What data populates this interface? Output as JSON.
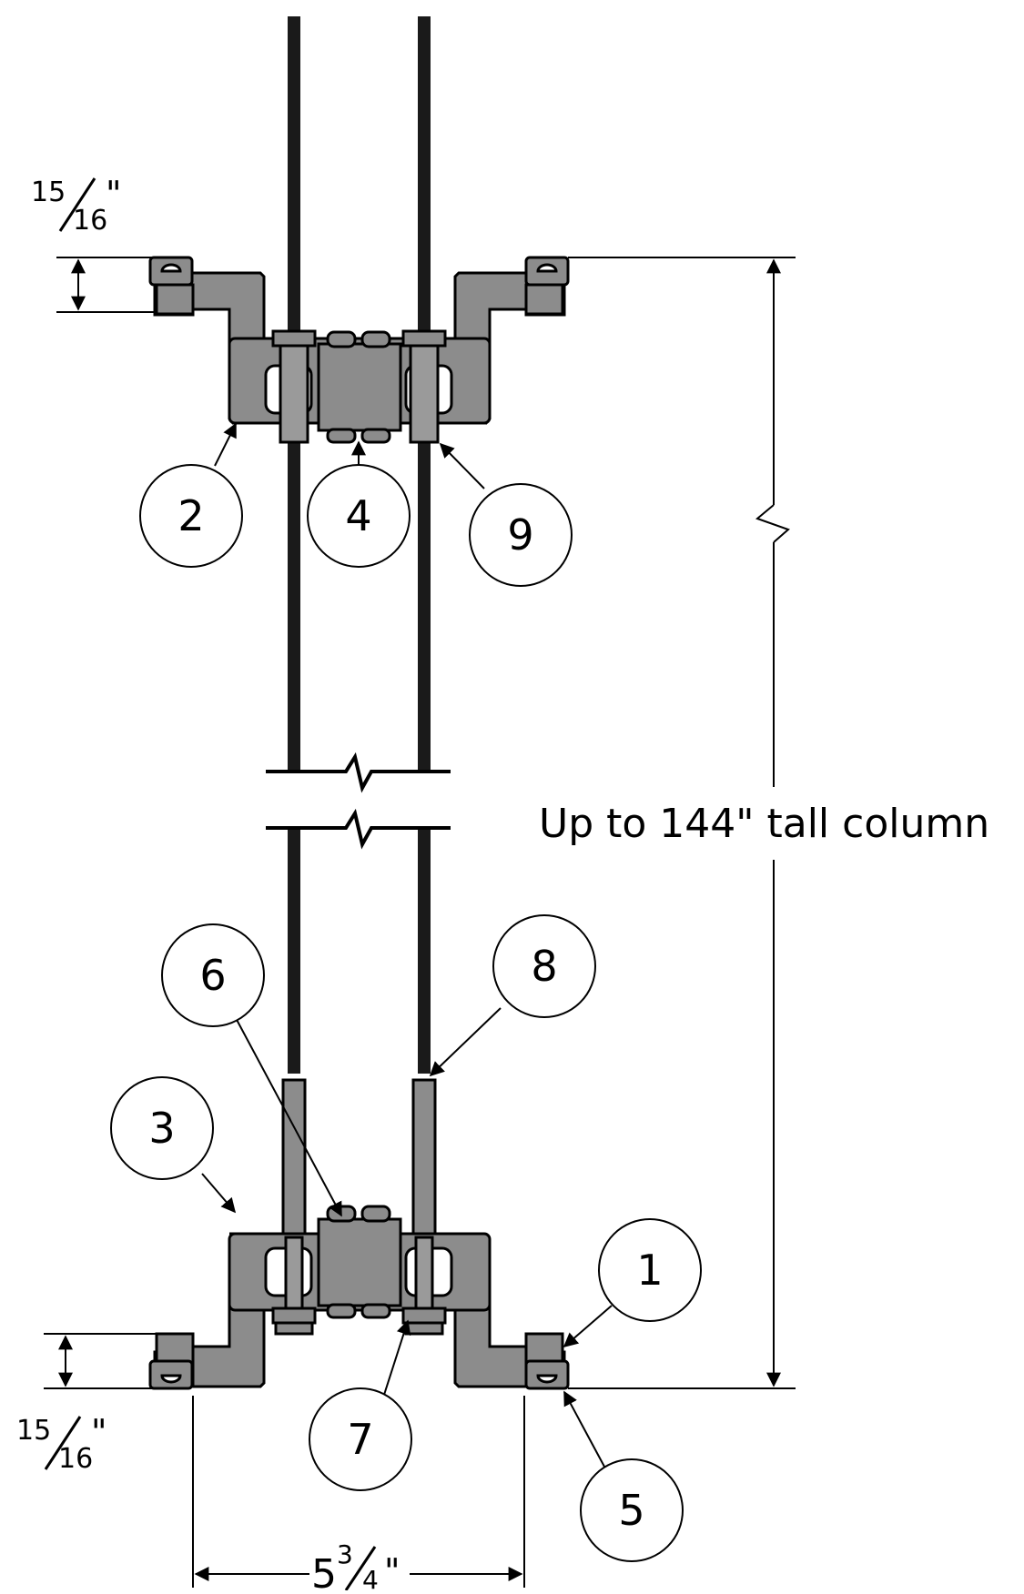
{
  "dimensions": {
    "top_offset": {
      "whole": "",
      "num": "15",
      "den": "16",
      "unit": "\""
    },
    "bottom_offset": {
      "whole": "",
      "num": "15",
      "den": "16",
      "unit": "\""
    },
    "width": {
      "whole": "5",
      "num": "3",
      "den": "4",
      "unit": "\""
    },
    "height_label": "Up to 144\" tall column"
  },
  "callouts": {
    "c1": "1",
    "c2": "2",
    "c3": "3",
    "c4": "4",
    "c5": "5",
    "c6": "6",
    "c7": "7",
    "c8": "8",
    "c9": "9"
  },
  "colors": {
    "part_fill": "#8c8c8c",
    "part_dark": "#6e6e6e",
    "rod": "#1a1a1a",
    "line": "#000000"
  }
}
